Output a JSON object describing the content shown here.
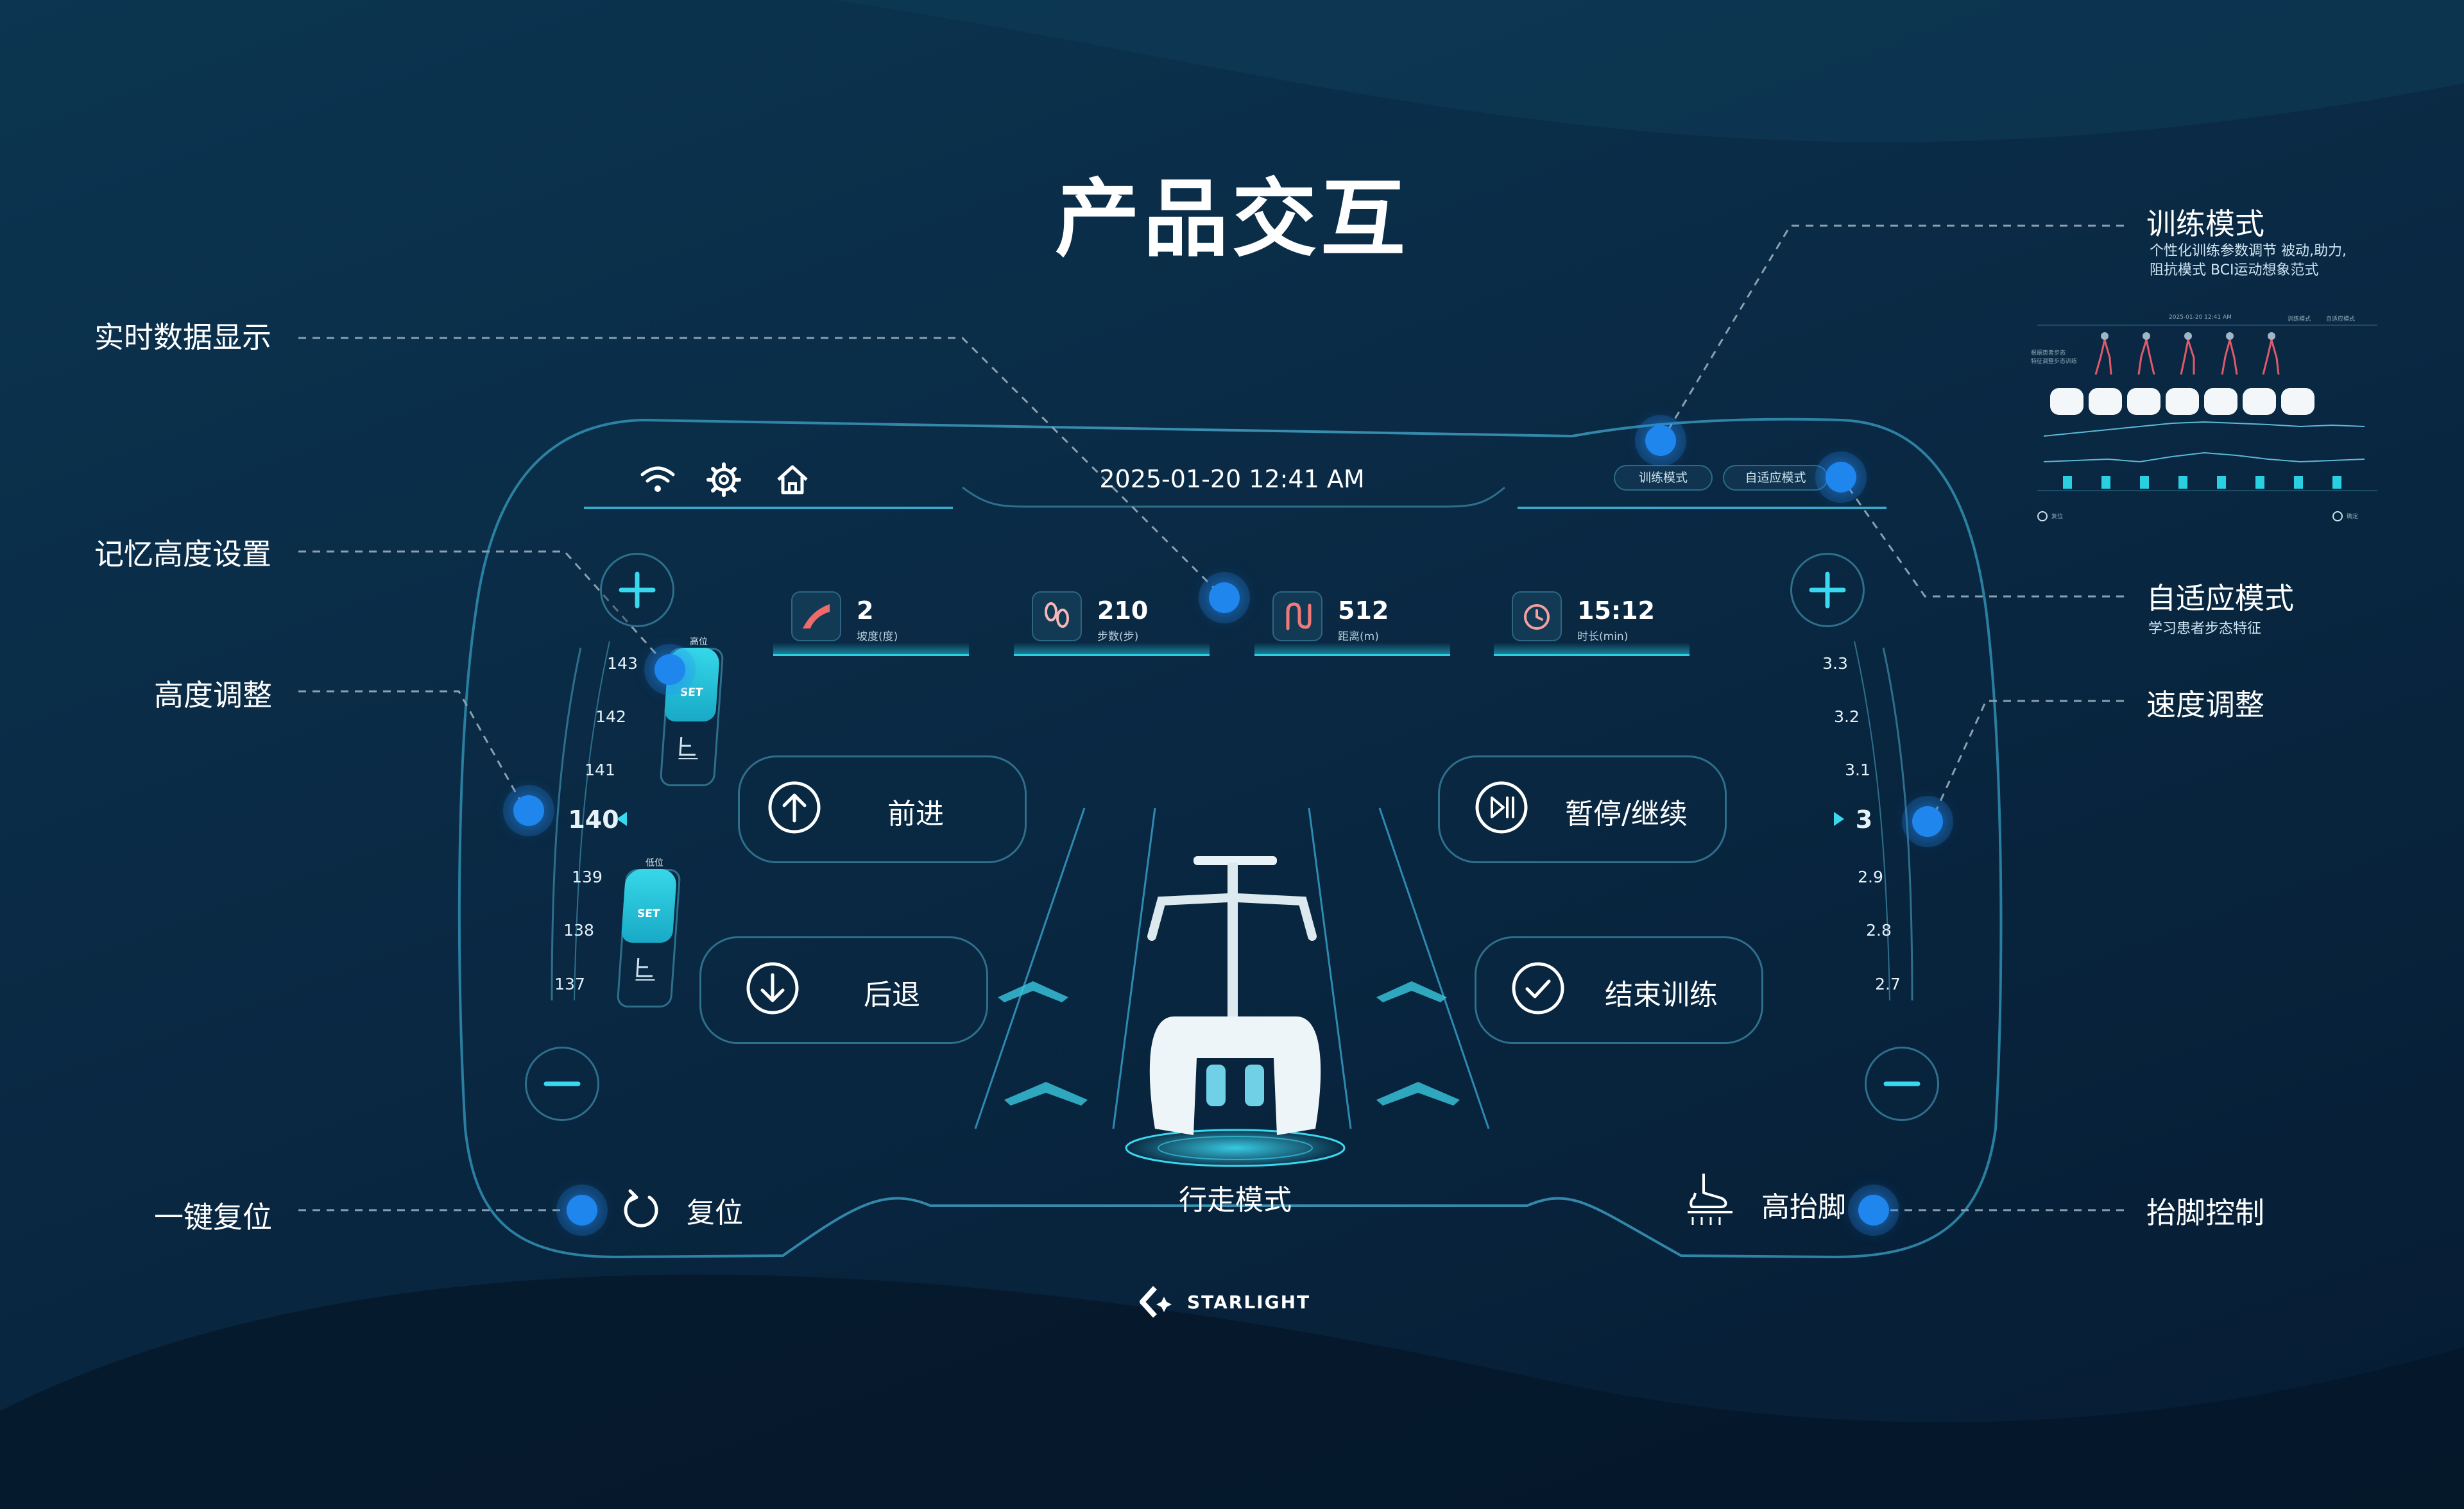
{
  "page_title": "产品交互",
  "annotations": {
    "realtime_data": "实时数据显示",
    "memory_height": "记忆高度设置",
    "height_adjust": "高度调整",
    "one_key_reset": "一键复位",
    "training_mode": "训练模式",
    "training_mode_desc_1": "个性化训练参数调节 被动,助力,",
    "training_mode_desc_2": "阻抗模式 BCI运动想象范式",
    "adaptive_mode": "自适应模式",
    "adaptive_mode_desc": "学习患者步态特征",
    "speed_adjust": "速度调整",
    "foot_lift_control": "抬脚控制"
  },
  "device": {
    "status_icons": [
      "wifi-icon",
      "gear-icon",
      "home-icon"
    ],
    "datetime": "2025-01-20  12:41 AM",
    "mode_tabs": [
      "训练模式",
      "自适应模式"
    ],
    "stats": [
      {
        "value": "2",
        "unit": "坡度(度)",
        "icon": "slope-icon"
      },
      {
        "value": "210",
        "unit": "步数(步)",
        "icon": "footsteps-icon"
      },
      {
        "value": "512",
        "unit": "距离(m)",
        "icon": "distance-icon"
      },
      {
        "value": "15:12",
        "unit": "时长(min)",
        "icon": "timer-icon"
      }
    ],
    "height_scale": {
      "values": [
        "143",
        "142",
        "141",
        "140",
        "139",
        "138",
        "137"
      ],
      "current": "140",
      "high_label": "高位",
      "low_label": "低位",
      "set_label": "SET"
    },
    "speed_scale": {
      "values": [
        "3.3",
        "3.2",
        "3.1",
        "3",
        "2.9",
        "2.8",
        "2.7"
      ],
      "current": "3"
    },
    "buttons": {
      "forward": "前进",
      "backward": "后退",
      "pause_resume": "暂停/继续",
      "end_training": "结束训练",
      "reset": "复位",
      "high_lift": "高抬脚"
    },
    "walk_mode": "行走模式",
    "brand": "STARLIGHT"
  },
  "thumbnail": {
    "datetime": "2025-01-20 12:41 AM",
    "tabs": [
      "训练模式",
      "自适应模式"
    ],
    "left_text_1": "根据患者步态",
    "left_text_2": "特征调整步态训练",
    "reset": "复位",
    "confirm": "确定"
  },
  "colors": {
    "accent_cyan": "#2ad0e0",
    "dot_blue": "#1f86ee",
    "frame_stroke": "#2e6f8c",
    "background": "#0a2a45"
  }
}
